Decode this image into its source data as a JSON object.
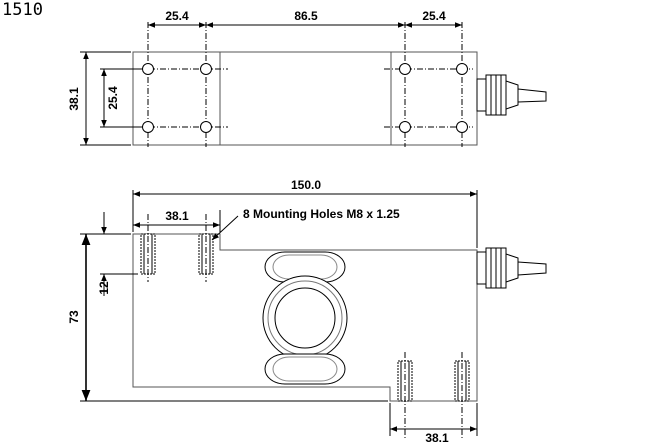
{
  "title": "1510",
  "top_view": {
    "dim_left_hole_spacing": "25.4",
    "dim_center_span": "86.5",
    "dim_right_hole_spacing": "25.4",
    "dim_width": "38.1",
    "dim_hole_row_spacing": "25.4"
  },
  "side_view": {
    "dim_overall_length": "150.0",
    "dim_top_mount_span": "38.1",
    "mounting_note": "8 Mounting Holes M8 x 1.25",
    "dim_thread_depth": "12",
    "dim_height": "73",
    "dim_bottom_mount_span": "38.1"
  }
}
